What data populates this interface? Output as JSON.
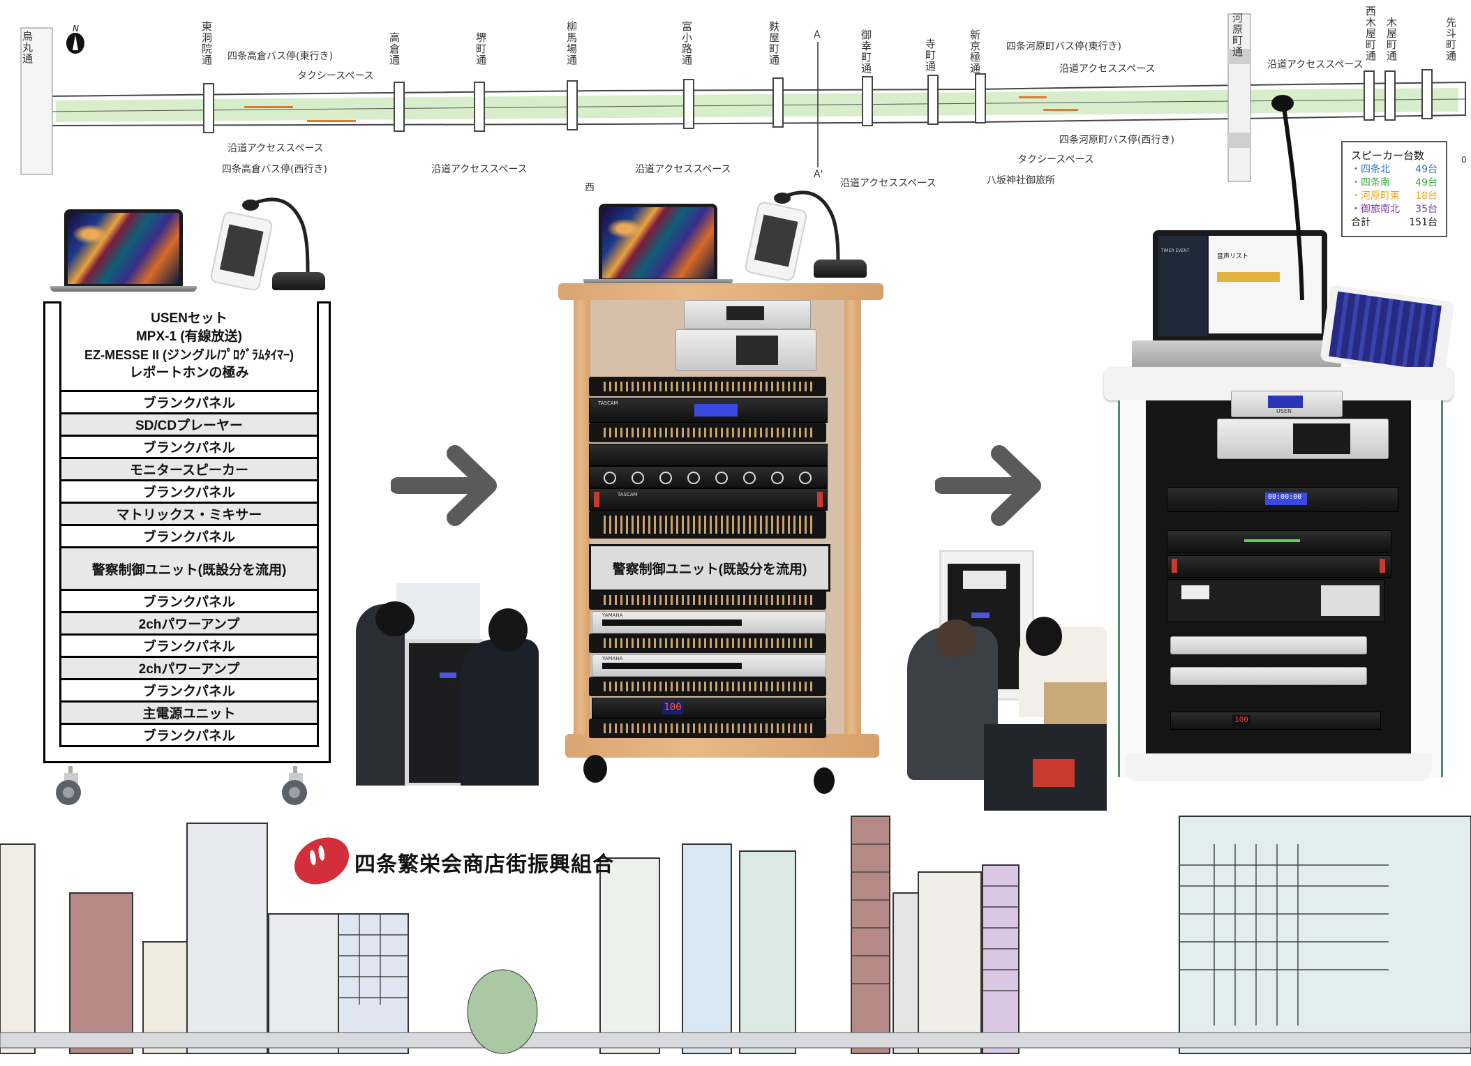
{
  "map": {
    "compass": "N",
    "streets": [
      "烏丸通",
      "東洞院通",
      "高倉通",
      "堺町通",
      "柳馬場通",
      "富小路通",
      "麩屋町通",
      "御幸町通",
      "寺町通",
      "新京極通",
      "河原町通",
      "西木屋町通",
      "木屋町通",
      "先斗町通"
    ],
    "labels": {
      "takakura_bus_east": "四条高倉バス停(東行き)",
      "taxi_space_1": "タクシースペース",
      "access_space_1": "沿道アクセススペース",
      "takakura_bus_west": "四条高倉バス停(西行き)",
      "access_space_2": "沿道アクセススペース",
      "access_space_3": "沿道アクセススペース",
      "section_a": "A",
      "section_a_prime": "A'",
      "access_space_4": "沿道アクセススペース",
      "kawaramachi_bus_east": "四条河原町バス停(東行き)",
      "access_space_5": "沿道アクセススペース",
      "kawaramachi_bus_west": "四条河原町バス停(西行き)",
      "taxi_space_2": "タクシースペース",
      "yasaka_otabisho": "八坂神社御旅所",
      "access_space_6": "沿道アクセススペース",
      "west": "西",
      "scale_zero": "0"
    },
    "legend": {
      "title": "スピーカー台数",
      "rows": [
        {
          "name": "・四条北",
          "count": "49台",
          "color": "#2f6fc4"
        },
        {
          "name": "・四条南",
          "count": "49台",
          "color": "#3aa845"
        },
        {
          "name": "・河原町東",
          "count": "18台",
          "color": "#f2a81d"
        },
        {
          "name": "・御旅南北",
          "count": "35台",
          "color": "#7a3aa8"
        },
        {
          "name": "合計",
          "count": "151台",
          "color": "#111111"
        }
      ]
    }
  },
  "rack_diagram": {
    "top_block": [
      "USENセット",
      "MPX-1 (有線放送)",
      "EZ-MESSE II (ジングル/ﾌﾟﾛｸﾞﾗﾑﾀｲﾏｰ)",
      "レポートホンの極み"
    ],
    "slots": [
      {
        "label": "ブランクパネル",
        "shade": "w",
        "size": "u1"
      },
      {
        "label": "SD/CDプレーヤー",
        "shade": "g",
        "size": "u1"
      },
      {
        "label": "ブランクパネル",
        "shade": "w",
        "size": "u1"
      },
      {
        "label": "モニタースピーカー",
        "shade": "g",
        "size": "u1"
      },
      {
        "label": "ブランクパネル",
        "shade": "w",
        "size": "u1"
      },
      {
        "label": "マトリックス・ミキサー",
        "shade": "g",
        "size": "u1"
      },
      {
        "label": "ブランクパネル",
        "shade": "w",
        "size": "u1"
      },
      {
        "label": "警察制御ユニット(既設分を流用)",
        "shade": "g",
        "size": "u2"
      },
      {
        "label": "ブランクパネル",
        "shade": "w",
        "size": "u1"
      },
      {
        "label": "2chパワーアンプ",
        "shade": "g",
        "size": "u1"
      },
      {
        "label": "ブランクパネル",
        "shade": "w",
        "size": "u1"
      },
      {
        "label": "2chパワーアンプ",
        "shade": "g",
        "size": "u1"
      },
      {
        "label": "ブランクパネル",
        "shade": "w",
        "size": "u1"
      },
      {
        "label": "主電源ユニット",
        "shade": "g",
        "size": "u1"
      },
      {
        "label": "ブランクパネル",
        "shade": "w",
        "size": "u1"
      }
    ]
  },
  "cabinet_render": {
    "police_panel_label": "警察制御ユニット(既設分を流用)",
    "power_display": "100",
    "brand_tascam": "TASCAM",
    "brand_yamaha": "YAMAHA"
  },
  "installed_photo": {
    "laptop_screen_title": "音声リスト",
    "laptop_sidebar_title": "TIMER EVENT",
    "cd_display": "00:00:00",
    "power_display": "100",
    "usen_label": "USEN"
  },
  "footer": {
    "organization": "四条繁栄会商店街振興組合",
    "logo_color": "#d22f3a"
  },
  "colors": {
    "arrow": "#5a5a5a",
    "map_green": "#a8d88a",
    "map_orange": "#e07a2a"
  }
}
